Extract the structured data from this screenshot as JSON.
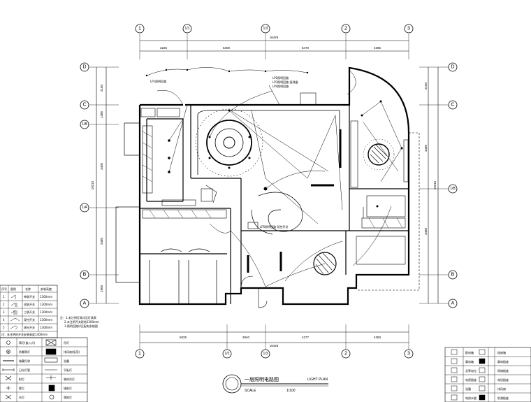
{
  "drawing": {
    "title_cn": "一层照明电路图",
    "title_en": "LIGHT PLAN",
    "scale_label": "SCALE",
    "scale_value": "1/100"
  },
  "axes_top": [
    {
      "id": "top-1",
      "label": "1"
    },
    {
      "id": "top-1b",
      "label": "1/1"
    },
    {
      "id": "top-1c",
      "label": "1/3"
    },
    {
      "id": "top-2",
      "label": "2"
    },
    {
      "id": "top-3",
      "label": "3"
    }
  ],
  "axes_bottom": [
    {
      "id": "bot-1",
      "label": "1"
    },
    {
      "id": "bot-1b",
      "label": "1/2"
    },
    {
      "id": "bot-1c",
      "label": "1/3"
    },
    {
      "id": "bot-2",
      "label": "2"
    },
    {
      "id": "bot-3",
      "label": "3"
    }
  ],
  "axes_left": [
    {
      "id": "left-D",
      "label": "D"
    },
    {
      "id": "left-C",
      "label": "C"
    },
    {
      "id": "left-Cb",
      "label": "1/B"
    },
    {
      "id": "left-Bb",
      "label": "1/A"
    },
    {
      "id": "left-B",
      "label": "B"
    },
    {
      "id": "left-A",
      "label": "A"
    }
  ],
  "axes_right": [
    {
      "id": "right-D",
      "label": "D"
    },
    {
      "id": "right-C",
      "label": "C"
    },
    {
      "id": "right-Bb",
      "label": "1/B"
    },
    {
      "id": "right-B",
      "label": "B"
    },
    {
      "id": "right-A",
      "label": "A"
    }
  ],
  "dimensions": {
    "top_total": "16425",
    "top_segments": [
      "3225",
      "5300",
      "5470",
      "4385"
    ],
    "bottom_total": "16425",
    "bottom_segments": [
      "5025",
      "2940",
      "4277",
      "4350"
    ],
    "left_total": "10215",
    "left_segments": [
      "2150",
      "1385",
      "3405",
      "3480",
      "1900"
    ],
    "right_total": "10215",
    "right_segments": [
      "2150",
      "4405",
      "3480"
    ]
  },
  "left_legend": {
    "headers": [
      "序号",
      "图例",
      "名称",
      "安装高度"
    ],
    "rows": [
      [
        "1",
        "单联开关",
        "1300mm"
      ],
      [
        "2",
        "双联开关",
        "1300mm"
      ],
      [
        "3",
        "三联开关",
        "1300mm"
      ],
      [
        "4",
        "双控开关",
        "1300mm"
      ],
      [
        "5",
        "调光开关",
        "1300mm"
      ]
    ],
    "footer": "注：未注明的开关安装高度1300mm"
  },
  "notes": [
    "注：1.未注明灯具详见灯具表",
    "2.未注明开关距地1300mm",
    "3.照明回路详见配电系统图"
  ],
  "lower_legend": [
    [
      "筒灯(嵌入式)",
      "吊灯"
    ],
    [
      "防雾筒灯",
      "排风扇(吸顶)"
    ],
    [
      "暗藏灯带",
      "浴霸"
    ],
    [
      "日光灯管",
      "平板灯"
    ],
    [
      "射灯",
      "装饰吊灯"
    ],
    [
      "壁灯",
      "镜前灯"
    ],
    [
      "台灯",
      "落地灯"
    ]
  ],
  "right_legend": [
    [
      "配电箱",
      "插座箱"
    ],
    [
      "弱电箱",
      "弱电插座"
    ],
    [
      "总等电位",
      "网络插座"
    ],
    [
      "电视插座",
      "电话插座"
    ],
    [
      "浴霸",
      "排风扇"
    ],
    [
      "电热水器",
      "防溅插座"
    ]
  ],
  "annotations": {
    "note_top_left": "LP1照明回路",
    "note_top_mid_1": "LP2照明回路",
    "note_top_mid_2": "LP3照明回路 接线盒",
    "note_top_mid_3": "LP4照明回路",
    "note_center": "LP5照明回路 双控开关"
  }
}
